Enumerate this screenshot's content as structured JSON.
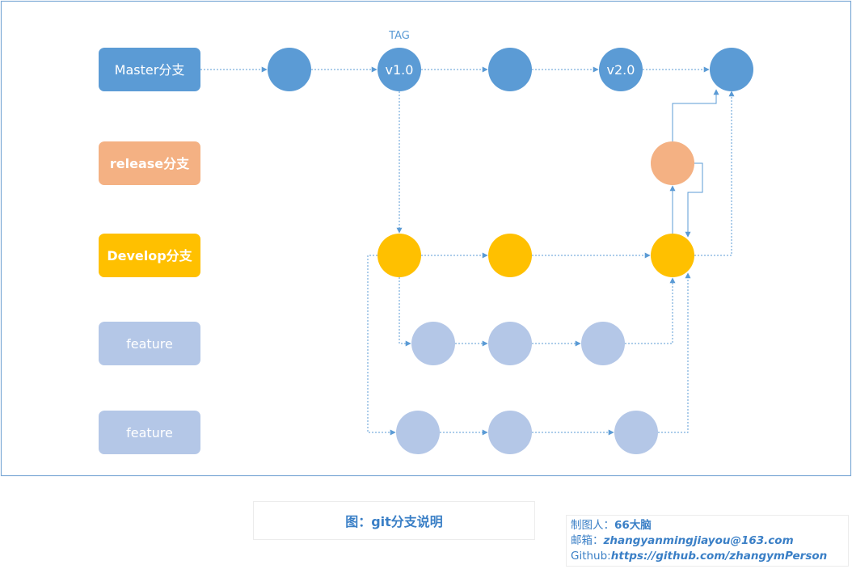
{
  "diagram": {
    "lanes": [
      {
        "id": "master",
        "label": "Master分支",
        "color": "#5b9bd5",
        "bold": false
      },
      {
        "id": "release",
        "label": "release分支",
        "color": "#f4b183",
        "bold": true
      },
      {
        "id": "develop",
        "label": "Develop分支",
        "color": "#ffc000",
        "bold": true
      },
      {
        "id": "feature1",
        "label": "feature",
        "color": "#b4c7e7",
        "bold": false
      },
      {
        "id": "feature2",
        "label": "feature",
        "color": "#b4c7e7",
        "bold": false
      }
    ],
    "nodes": [
      {
        "id": "m1",
        "lane": "master",
        "label": ""
      },
      {
        "id": "m2",
        "lane": "master",
        "label": "v1.0"
      },
      {
        "id": "m3",
        "lane": "master",
        "label": ""
      },
      {
        "id": "m4",
        "lane": "master",
        "label": "v2.0"
      },
      {
        "id": "m5",
        "lane": "master",
        "label": ""
      },
      {
        "id": "r1",
        "lane": "release",
        "label": ""
      },
      {
        "id": "d1",
        "lane": "develop",
        "label": ""
      },
      {
        "id": "d2",
        "lane": "develop",
        "label": ""
      },
      {
        "id": "d3",
        "lane": "develop",
        "label": ""
      },
      {
        "id": "fa1",
        "lane": "feature1",
        "label": ""
      },
      {
        "id": "fa2",
        "lane": "feature1",
        "label": ""
      },
      {
        "id": "fa3",
        "lane": "feature1",
        "label": ""
      },
      {
        "id": "fb1",
        "lane": "feature2",
        "label": ""
      },
      {
        "id": "fb2",
        "lane": "feature2",
        "label": ""
      },
      {
        "id": "fb3",
        "lane": "feature2",
        "label": ""
      }
    ],
    "tag_label": "TAG",
    "edge_color": "#5b9bd5"
  },
  "caption": "图：git分支说明",
  "credits": {
    "author_label": "制图人：",
    "author": "66大脑",
    "email_label": "邮箱：",
    "email": "zhangyanmingjiayou@163.com",
    "github_label": "Github:",
    "github": "https://github.com/zhangymPerson"
  }
}
